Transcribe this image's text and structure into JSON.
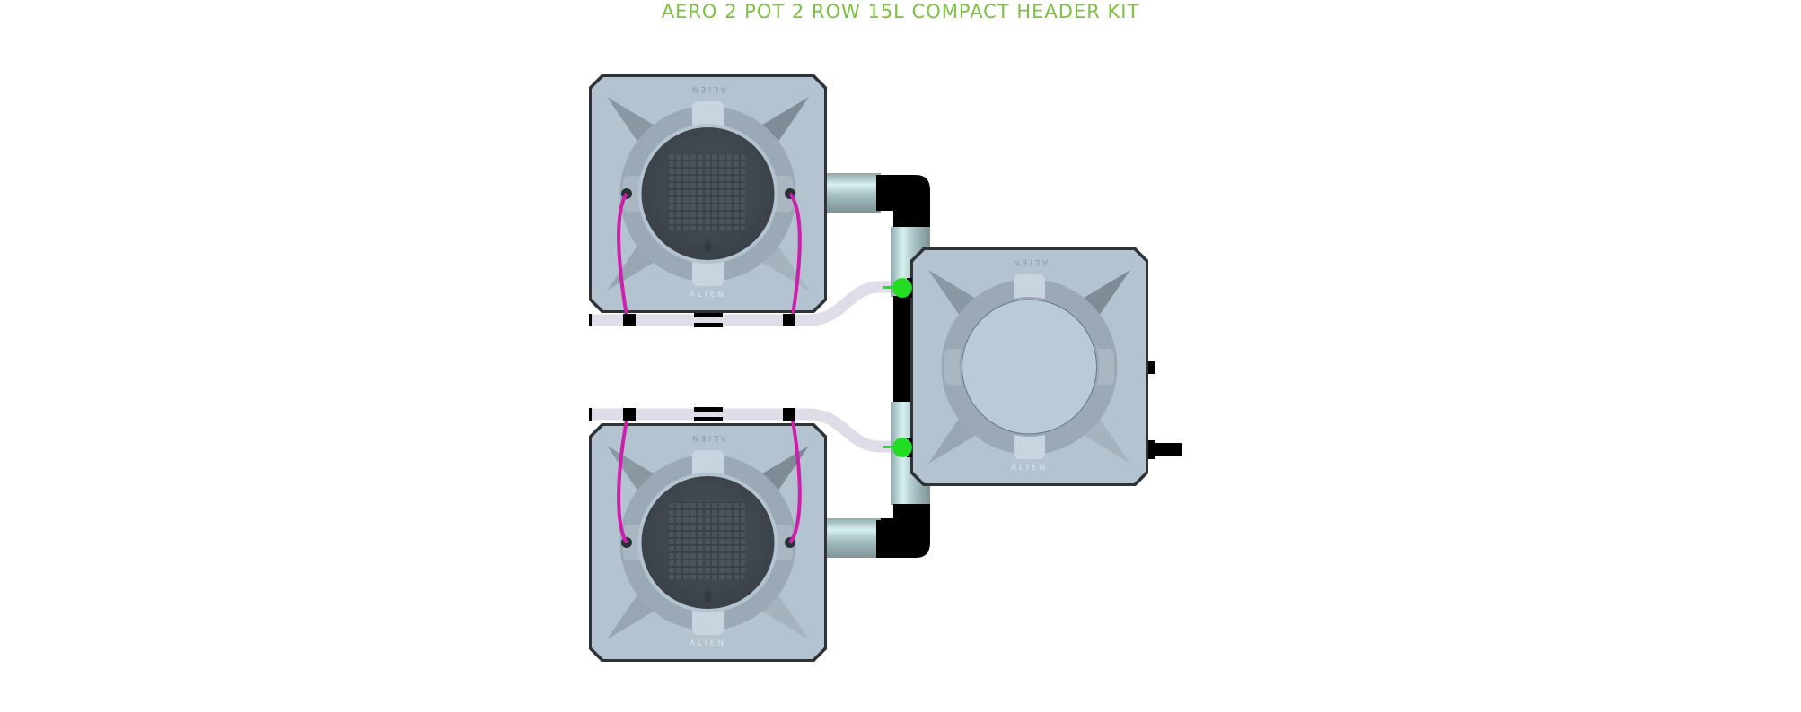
{
  "title": "AERO 2 POT 2 ROW 15L COMPACT HEADER KIT",
  "colors": {
    "title": "#7ac141",
    "pot_body": "#b3c3d0",
    "pot_edge": "#2e3338",
    "lid_dark": "#424a52",
    "controller_lid": "#b9cbd8",
    "pipe": "#a9c4c6",
    "elbow": "#000000",
    "drip_line": "#cc1faa",
    "tube": "#dedde8",
    "valve": "#22dd22"
  },
  "components": {
    "pots": [
      {
        "id": "pot-1",
        "brand": "ALIEN",
        "type": "grow pot",
        "position": "top-left"
      },
      {
        "id": "pot-2",
        "brand": "ALIEN",
        "type": "grow pot",
        "position": "bottom-left"
      }
    ],
    "controller": {
      "id": "controller-15l",
      "brand": "ALIEN",
      "type": "header reservoir",
      "position": "right"
    },
    "valves": [
      {
        "id": "valve-top",
        "color": "green"
      },
      {
        "id": "valve-bottom",
        "color": "green"
      }
    ]
  }
}
